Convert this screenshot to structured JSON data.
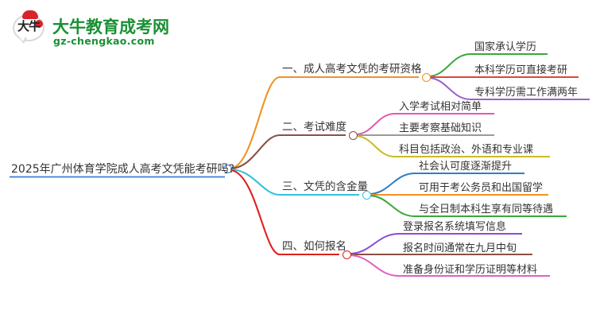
{
  "logo": {
    "mark_text": "大牛",
    "title": "大牛教育成考网",
    "subtitle": "gz-chengkao.com",
    "brand_green": "#1a9033",
    "brand_red": "#d8232a"
  },
  "mindmap": {
    "root": {
      "label": "2025年广州体育学院成人高考文凭能考研吗?",
      "color": "#3b7dd8"
    },
    "branches": [
      {
        "label": "一、成人高考文凭的考研资格",
        "color": "#ef9228",
        "children": [
          {
            "label": "国家承认学历",
            "color": "#3aa83a"
          },
          {
            "label": "本科学历可直接考研",
            "color": "#e0443c"
          },
          {
            "label": "专科学历需工作满两年",
            "color": "#9a62c8"
          }
        ]
      },
      {
        "label": "二、考试难度",
        "color": "#8a5043",
        "children": [
          {
            "label": "入学考试相对简单",
            "color": "#e458b0"
          },
          {
            "label": "主要考察基础知识",
            "color": "#9a9a9a"
          },
          {
            "label": "科目包括政治、外语和专业课",
            "color": "#c8bd22"
          }
        ]
      },
      {
        "label": "三、文凭的含金量",
        "color": "#33c2dd",
        "children": [
          {
            "label": "社会认可度逐渐提升",
            "color": "#2f7fc0"
          },
          {
            "label": "可用于考公务员和出国留学",
            "color": "#f29222"
          },
          {
            "label": "与全日制本科生享有同等待遇",
            "color": "#3aa83a"
          }
        ]
      },
      {
        "label": "四、如何报名",
        "color": "#e02020",
        "children": [
          {
            "label": "登录报名系统填写信息",
            "color": "#8a4fd0"
          },
          {
            "label": "报名时间通常在九月中旬",
            "color": "#8a5043"
          },
          {
            "label": "准备身份证和学历证明等材料",
            "color": "#e060c0"
          }
        ]
      }
    ]
  }
}
